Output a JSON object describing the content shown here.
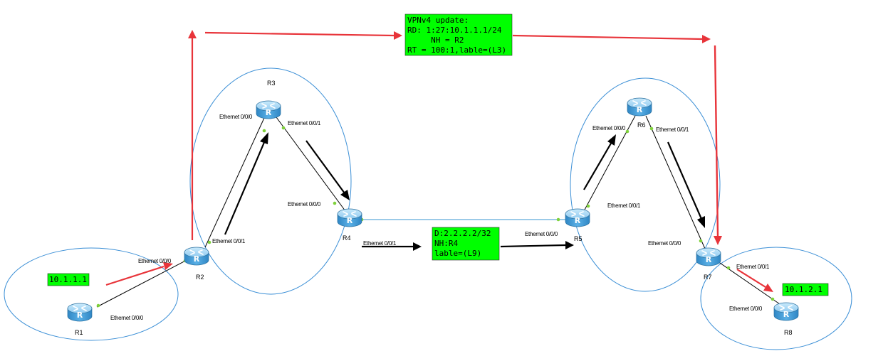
{
  "routers": [
    {
      "id": "R1",
      "label": "R1"
    },
    {
      "id": "R2",
      "label": "R2"
    },
    {
      "id": "R3",
      "label": "R3"
    },
    {
      "id": "R4",
      "label": "R4"
    },
    {
      "id": "R5",
      "label": "R5"
    },
    {
      "id": "R6",
      "label": "R6"
    },
    {
      "id": "R7",
      "label": "R7"
    },
    {
      "id": "R8",
      "label": "R8"
    }
  ],
  "ports": {
    "r1_eth000": "Ethernet 0/0/0",
    "r2_eth000": "Ethernet 0/0/0",
    "r2_eth001": "Ethernet 0/0/1",
    "r3_eth000": "Ethernet 0/0/0",
    "r3_eth001": "Ethernet 0/0/1",
    "r4_eth000": "Ethernet 0/0/0",
    "r4_eth001": "Ethernet 0/0/1",
    "r5_eth000": "Ethernet 0/0/0",
    "r5_eth001": "Ethernet 0/0/1",
    "r6_eth000": "Ethernet 0/0/0",
    "r6_eth001": "Ethernet 0/0/1",
    "r7_eth000": "Ethernet 0/0/0",
    "r7_eth001": "Ethernet 0/0/1",
    "r8_eth000": "Ethernet 0/0/0"
  },
  "labels": {
    "src_prefix": "10.1.1.1",
    "dst_prefix": "10.1.2.1",
    "vpnv4_update": [
      "VPNv4 update:",
      "RD: 1:27:10.1.1.1/24",
      "     NH = R2",
      "RT = 100:1,lable=(L3)"
    ],
    "ldp_update": [
      "D:2.2.2.2/32",
      "NH:R4",
      "lable=(L9)"
    ]
  },
  "colors": {
    "accent_green": "#00ff00",
    "arrow_red": "#e8343a",
    "circle_blue": "#3b8fd6",
    "router_blue": "#4aa3df",
    "link_blue": "#7ab8e0"
  }
}
